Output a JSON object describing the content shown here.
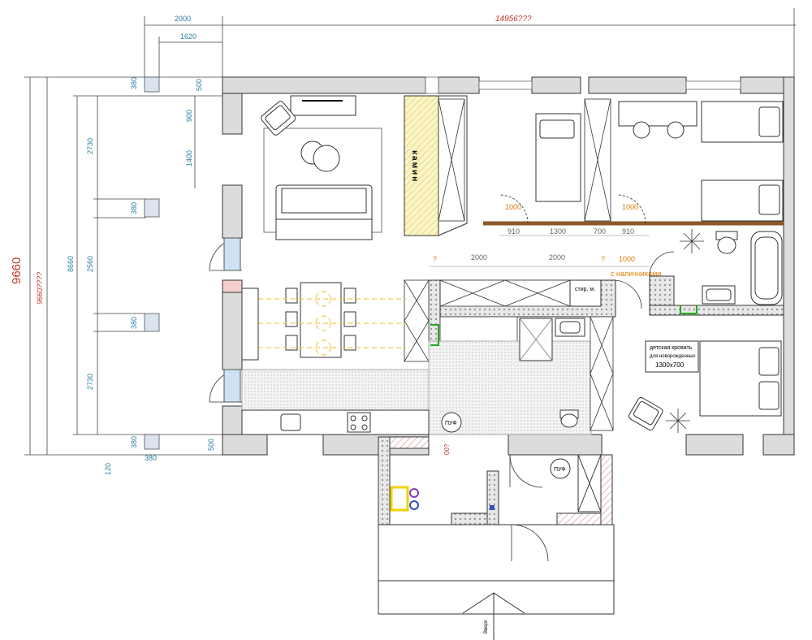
{
  "plan": {
    "overall_height_label": "9660",
    "overall_height_alt_label": "9660????",
    "overall_width_label": "14956???",
    "top_dims": [
      "2000",
      "1620"
    ],
    "left_dims_outer": [
      "8660"
    ],
    "left_dims_inner": [
      "2730",
      "2560",
      "2730"
    ],
    "opening_dims": [
      "900",
      "1400"
    ],
    "column_dims": [
      "380",
      "380",
      "380",
      "380",
      "380"
    ],
    "wall_dims": [
      "500",
      "500"
    ],
    "bottom_small": [
      "120",
      "380"
    ],
    "room_top_dims": [
      "910",
      "1300",
      "700",
      "910"
    ],
    "door_dims_orange": [
      "1000",
      "1000",
      "1000"
    ],
    "mid_dims": [
      "2000",
      "2000"
    ],
    "question_marks": [
      "?",
      "?",
      "?"
    ],
    "fireplace_label": "камин",
    "storage_label": "стир. м.",
    "nalichniki_label": "с наличниками",
    "crib_label_lines": [
      "детская кровать",
      "для новорожденных",
      "1300x700"
    ],
    "pouf_labels": [
      "ПУФ",
      "ПУФ"
    ],
    "entry_label": "Вверх",
    "small_red_label": "00?"
  }
}
